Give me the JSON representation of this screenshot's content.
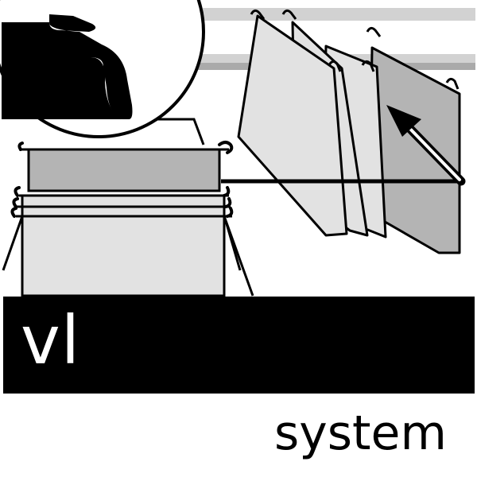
{
  "brand": {
    "code": "vl",
    "word": "system"
  },
  "colors": {
    "ink": "#000000",
    "paper": "#ffffff",
    "folder_light": "#e2e2e2",
    "folder_mid": "#b4b4b4",
    "rail_light": "#d2d2d2",
    "rail_dark": "#aaaaaa"
  },
  "icons": [
    "hook-detail-magnifier",
    "hanging-folder-icon",
    "direction-arrow-icon"
  ]
}
